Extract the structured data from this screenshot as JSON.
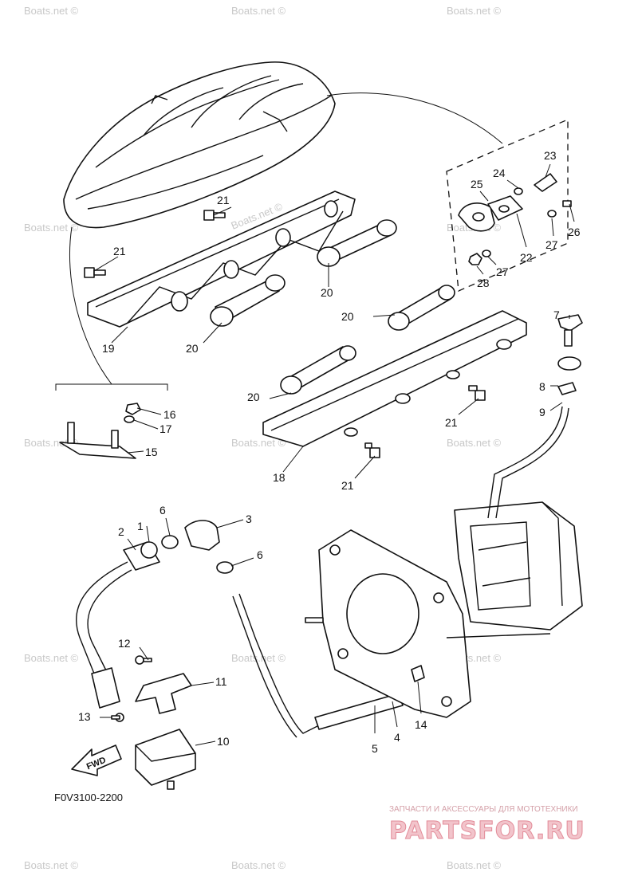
{
  "diagram": {
    "code": "F0V3100-2200",
    "fwd_label": "FWD",
    "callouts": [
      {
        "id": "1",
        "label": "1"
      },
      {
        "id": "2",
        "label": "2"
      },
      {
        "id": "3",
        "label": "3"
      },
      {
        "id": "5",
        "label": "5"
      },
      {
        "id": "4",
        "label": "4"
      },
      {
        "id": "6a",
        "label": "6"
      },
      {
        "id": "6b",
        "label": "6"
      },
      {
        "id": "7",
        "label": "7"
      },
      {
        "id": "8",
        "label": "8"
      },
      {
        "id": "9",
        "label": "9"
      },
      {
        "id": "10",
        "label": "10"
      },
      {
        "id": "11",
        "label": "11"
      },
      {
        "id": "12",
        "label": "12"
      },
      {
        "id": "13",
        "label": "13"
      },
      {
        "id": "14",
        "label": "14"
      },
      {
        "id": "15",
        "label": "15"
      },
      {
        "id": "16",
        "label": "16"
      },
      {
        "id": "17",
        "label": "17"
      },
      {
        "id": "18",
        "label": "18"
      },
      {
        "id": "19",
        "label": "19"
      },
      {
        "id": "20a",
        "label": "20"
      },
      {
        "id": "20b",
        "label": "20"
      },
      {
        "id": "20c",
        "label": "20"
      },
      {
        "id": "20d",
        "label": "20"
      },
      {
        "id": "21a",
        "label": "21"
      },
      {
        "id": "21b",
        "label": "21"
      },
      {
        "id": "21c",
        "label": "21"
      },
      {
        "id": "21d",
        "label": "21"
      },
      {
        "id": "22",
        "label": "22"
      },
      {
        "id": "23",
        "label": "23"
      },
      {
        "id": "24",
        "label": "24"
      },
      {
        "id": "25",
        "label": "25"
      },
      {
        "id": "26",
        "label": "26"
      },
      {
        "id": "27a",
        "label": "27"
      },
      {
        "id": "27b",
        "label": "27"
      },
      {
        "id": "28",
        "label": "28"
      }
    ]
  },
  "watermark": {
    "text": "Boats.net ©"
  },
  "inline_watermark": {
    "text": "Boats.net ©"
  },
  "brand": {
    "tagline": "ЗАПЧАСТИ И АКСЕССУАРЫ ДЛЯ МОТОТЕХНИКИ",
    "logo": "PARTSFOR.RU",
    "color": "#e28b98"
  }
}
